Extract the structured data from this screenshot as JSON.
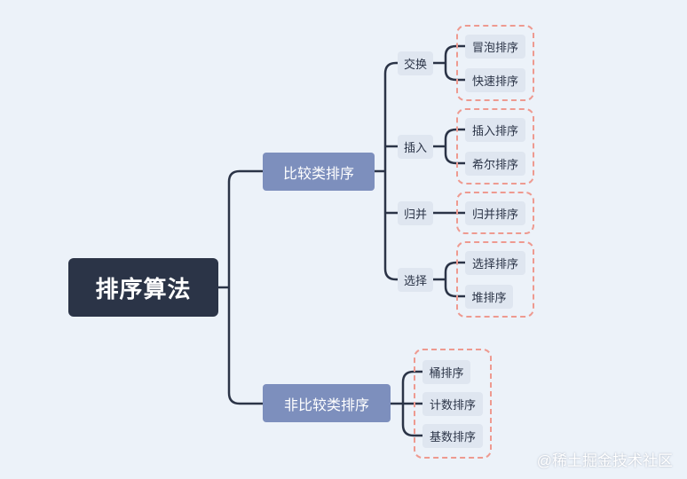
{
  "root": "排序算法",
  "comparison": {
    "label": "比较类排序",
    "groups": [
      {
        "label": "交换",
        "items": [
          "冒泡排序",
          "快速排序"
        ]
      },
      {
        "label": "插入",
        "items": [
          "插入排序",
          "希尔排序"
        ]
      },
      {
        "label": "归并",
        "items": [
          "归并排序"
        ]
      },
      {
        "label": "选择",
        "items": [
          "选择排序",
          "堆排序"
        ]
      }
    ]
  },
  "non_comparison": {
    "label": "非比较类排序",
    "items": [
      "桶排序",
      "计数排序",
      "基数排序"
    ]
  },
  "watermark": "@稀土掘金技术社区",
  "colors": {
    "background": "#ecf2f9",
    "root_fill": "#2b3447",
    "branch_fill": "#7d8fbd",
    "leaf_fill": "#dfe6f0",
    "connector": "#2b3447",
    "dashed_group": "#ee9a90"
  }
}
